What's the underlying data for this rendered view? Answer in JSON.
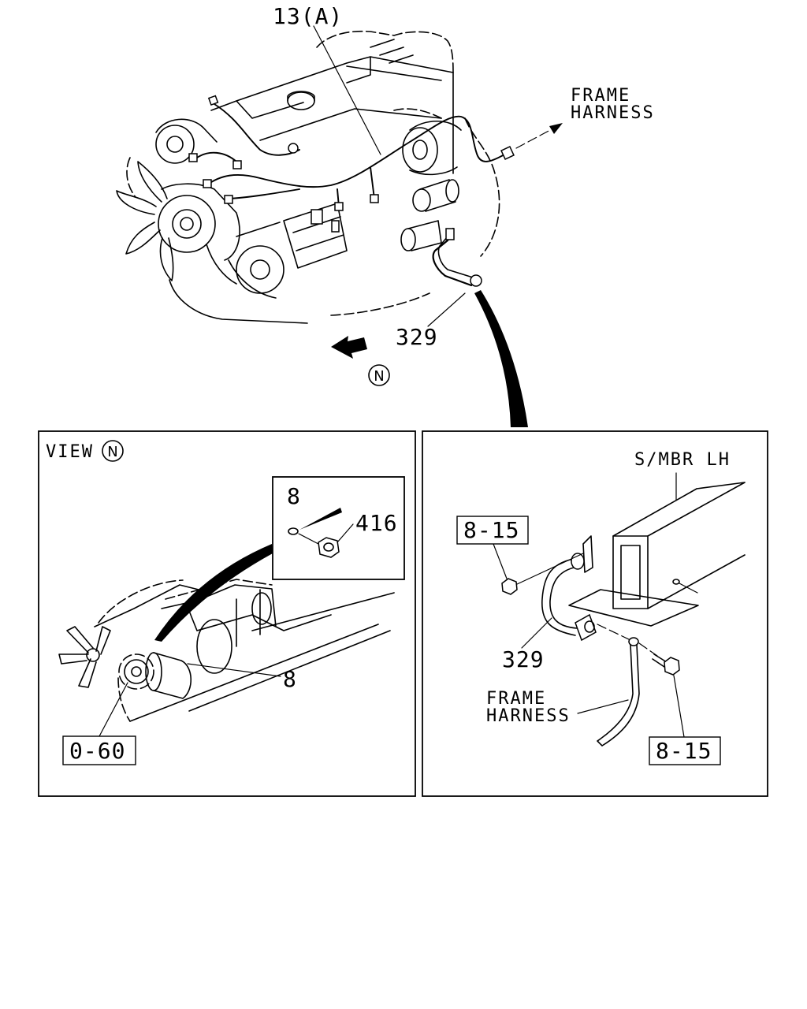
{
  "main_view": {
    "harness_callout": "13(A)",
    "frame_harness": {
      "line1": "FRAME",
      "line2": "HARNESS"
    },
    "bracket_callout": "329",
    "view_marker": "N"
  },
  "view_panel": {
    "title": "VIEW",
    "view_marker": "N",
    "inset": {
      "callout_8": "8",
      "callout_416": "416"
    },
    "callout_8": "8",
    "ref_box": "0-60"
  },
  "detail_panel": {
    "member_label": "S/MBR LH",
    "ref_box_top": "8-15",
    "pipe_callout": "329",
    "frame_harness": {
      "line1": "FRAME",
      "line2": "HARNESS"
    },
    "ref_box_bottom": "8-15"
  }
}
